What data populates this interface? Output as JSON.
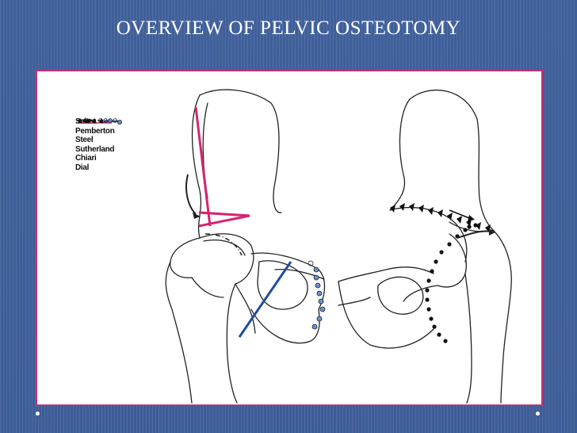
{
  "slide": {
    "title": "OVERVIEW OF PELVIC OSTEOTOMY"
  },
  "legend": {
    "items": [
      {
        "label": "Salter",
        "pattern": "dashed"
      },
      {
        "label": "Pemberton",
        "pattern": "dash-dot"
      },
      {
        "label": "Steel",
        "pattern": "short-dash"
      },
      {
        "label": "Sutherland",
        "pattern": "open-circles"
      },
      {
        "label": "Chiari",
        "pattern": "triangles"
      },
      {
        "label": "Dial",
        "pattern": "filled-dots"
      }
    ]
  },
  "colors": {
    "background": "#3f5f9a",
    "panel_border": "#c0307a",
    "salter_line": "#d6246e",
    "steel_line": "#1f4e9c",
    "sutherland_line": "#6b8fd1"
  }
}
